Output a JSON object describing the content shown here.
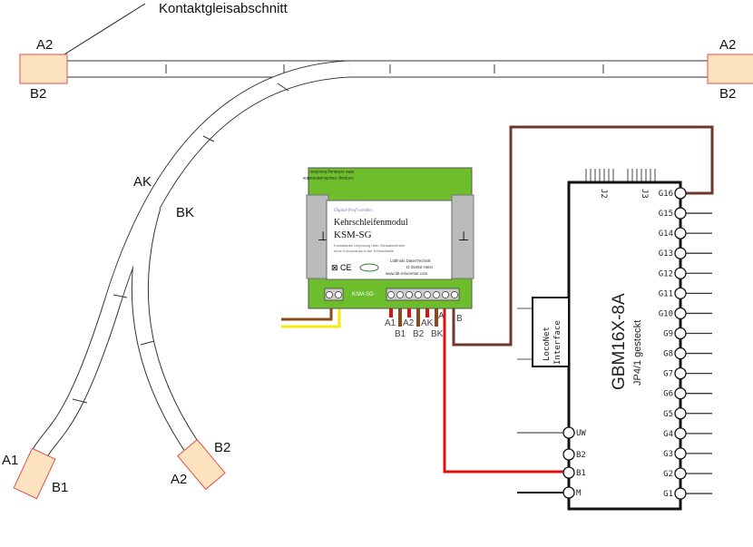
{
  "title_label": "Kontaktgleisabschnitt",
  "track_labels": {
    "top_left_a": "A2",
    "top_left_b": "B2",
    "top_right_a": "A2",
    "top_right_b": "B2",
    "ak": "AK",
    "bk": "BK",
    "bl_a": "A1",
    "bl_b": "B1",
    "br_b": "B2",
    "br_a": "A2"
  },
  "module": {
    "top_text_1": "Achtung: Anschlusskontakte",
    "top_text_2": "Bitte Anleitung beachten",
    "brand_line": "Digital-Profi werden:",
    "name": "Kehrschleifenmodul",
    "model": "KSM-SG",
    "desc_1": "Kontaktlose Umpolung über Gleisabschnitte",
    "desc_2": "ohne Kurzschluss in der Kehrschleife",
    "maker": "Littfinski DatenTechnik",
    "address": "D-25492 Heist",
    "web": "www.ldt-infocenter.com",
    "board_label": "KSM-SG",
    "terminals": [
      "A1",
      "B1",
      "A2",
      "B2",
      "AK",
      "BK",
      "A",
      "B"
    ]
  },
  "gbm": {
    "title": "GBM16X-8A",
    "subtitle": "JP4/1 gesteckt",
    "loconet": [
      "LocoNet",
      "Interface"
    ],
    "connectors": [
      "J2",
      "J3"
    ],
    "right_pins": [
      "G16",
      "G15",
      "G14",
      "G13",
      "G12",
      "G11",
      "G10",
      "G9",
      "G8",
      "G7",
      "G6",
      "G5",
      "G4",
      "G3",
      "G2",
      "G1"
    ],
    "left_pins": [
      "UW",
      "B2",
      "B1",
      "M"
    ]
  },
  "colors": {
    "module_green": "#6dbd2c",
    "contact_fill": "#fde3bf",
    "contact_border": "#e2504a",
    "wire_red": "#e01010",
    "wire_brown": "#6b3a2a",
    "wire_yellow": "#f5ea10"
  }
}
